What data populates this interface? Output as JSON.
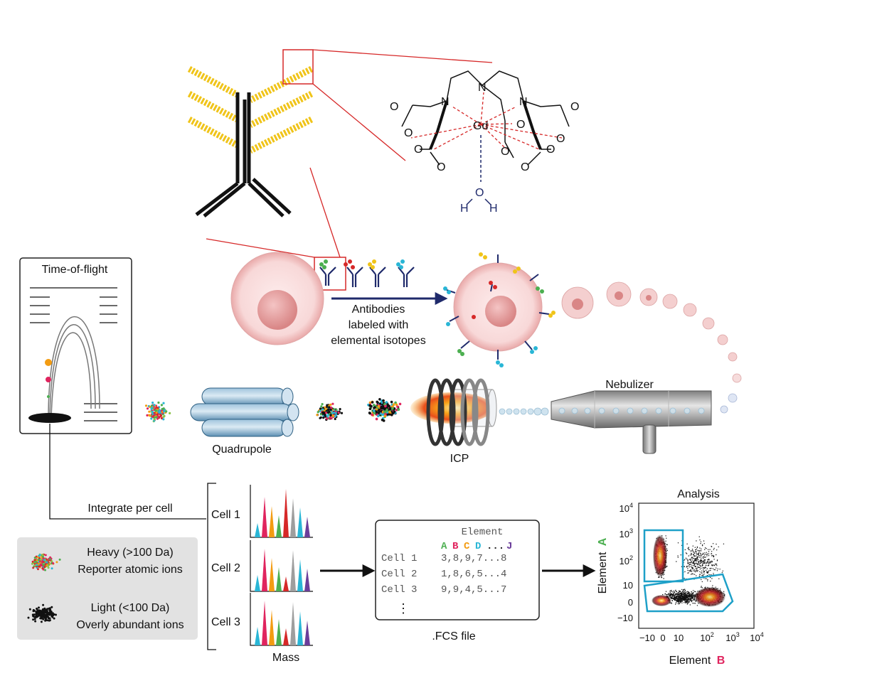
{
  "chelator": {
    "metal": "Gd",
    "atom_N": "N",
    "atom_O": "O",
    "atom_H": "H"
  },
  "labels": {
    "antibodies_line1": "Antibodies",
    "antibodies_line2": "labeled with",
    "antibodies_line3": "elemental isotopes",
    "time_of_flight": "Time-of-flight",
    "quadrupole": "Quadrupole",
    "icp": "ICP",
    "nebulizer": "Nebulizer",
    "integrate_per_cell": "Integrate per cell",
    "mass": "Mass",
    "fcs_file": ".FCS file",
    "analysis": "Analysis"
  },
  "legend": {
    "heavy_line1": "Heavy (>100 Da)",
    "heavy_line2": "Reporter atomic ions",
    "light_line1": "Light (<100 Da)",
    "light_line2": "Overly abundant ions"
  },
  "cells": [
    "Cell 1",
    "Cell 2",
    "Cell 3"
  ],
  "fcs": {
    "header": "Element",
    "columns": [
      {
        "letter": "A",
        "color": "#4caf50"
      },
      {
        "letter": "B",
        "color": "#e0245e"
      },
      {
        "letter": "C",
        "color": "#f39c12"
      },
      {
        "letter": "D",
        "color": "#29b6d6"
      },
      {
        "letter": "...",
        "color": "#222222"
      },
      {
        "letter": "J",
        "color": "#6a3d9a"
      }
    ],
    "rows": [
      {
        "cell": "Cell 1",
        "values": "3,8,9,7...8"
      },
      {
        "cell": "Cell 2",
        "values": "1,8,6,5...4"
      },
      {
        "cell": "Cell 3",
        "values": "9,9,4,5...7"
      }
    ],
    "ellipsis": "⋮"
  },
  "analysis_plot": {
    "x_axis_word": "Element",
    "x_axis_letter": "B",
    "x_axis_letter_color": "#e0245e",
    "y_axis_word": "Element",
    "y_axis_letter": "A",
    "y_axis_letter_color": "#4caf50",
    "x_ticks": [
      {
        "base": "−10",
        "exp": ""
      },
      {
        "base": "0",
        "exp": ""
      },
      {
        "base": "10",
        "exp": ""
      },
      {
        "base": "10",
        "exp": "2"
      },
      {
        "base": "10",
        "exp": "3"
      },
      {
        "base": "10",
        "exp": "4"
      }
    ],
    "y_ticks": [
      {
        "base": "10",
        "exp": "4"
      },
      {
        "base": "10",
        "exp": "3"
      },
      {
        "base": "10",
        "exp": "2"
      },
      {
        "base": "10",
        "exp": ""
      },
      {
        "base": "0",
        "exp": ""
      },
      {
        "base": "−10",
        "exp": ""
      }
    ],
    "gate_color": "#1ea0c8"
  },
  "colors": {
    "accent_red": "#d62828",
    "arrow_navy": "#1f2a6b",
    "gold": "#f0c419"
  }
}
